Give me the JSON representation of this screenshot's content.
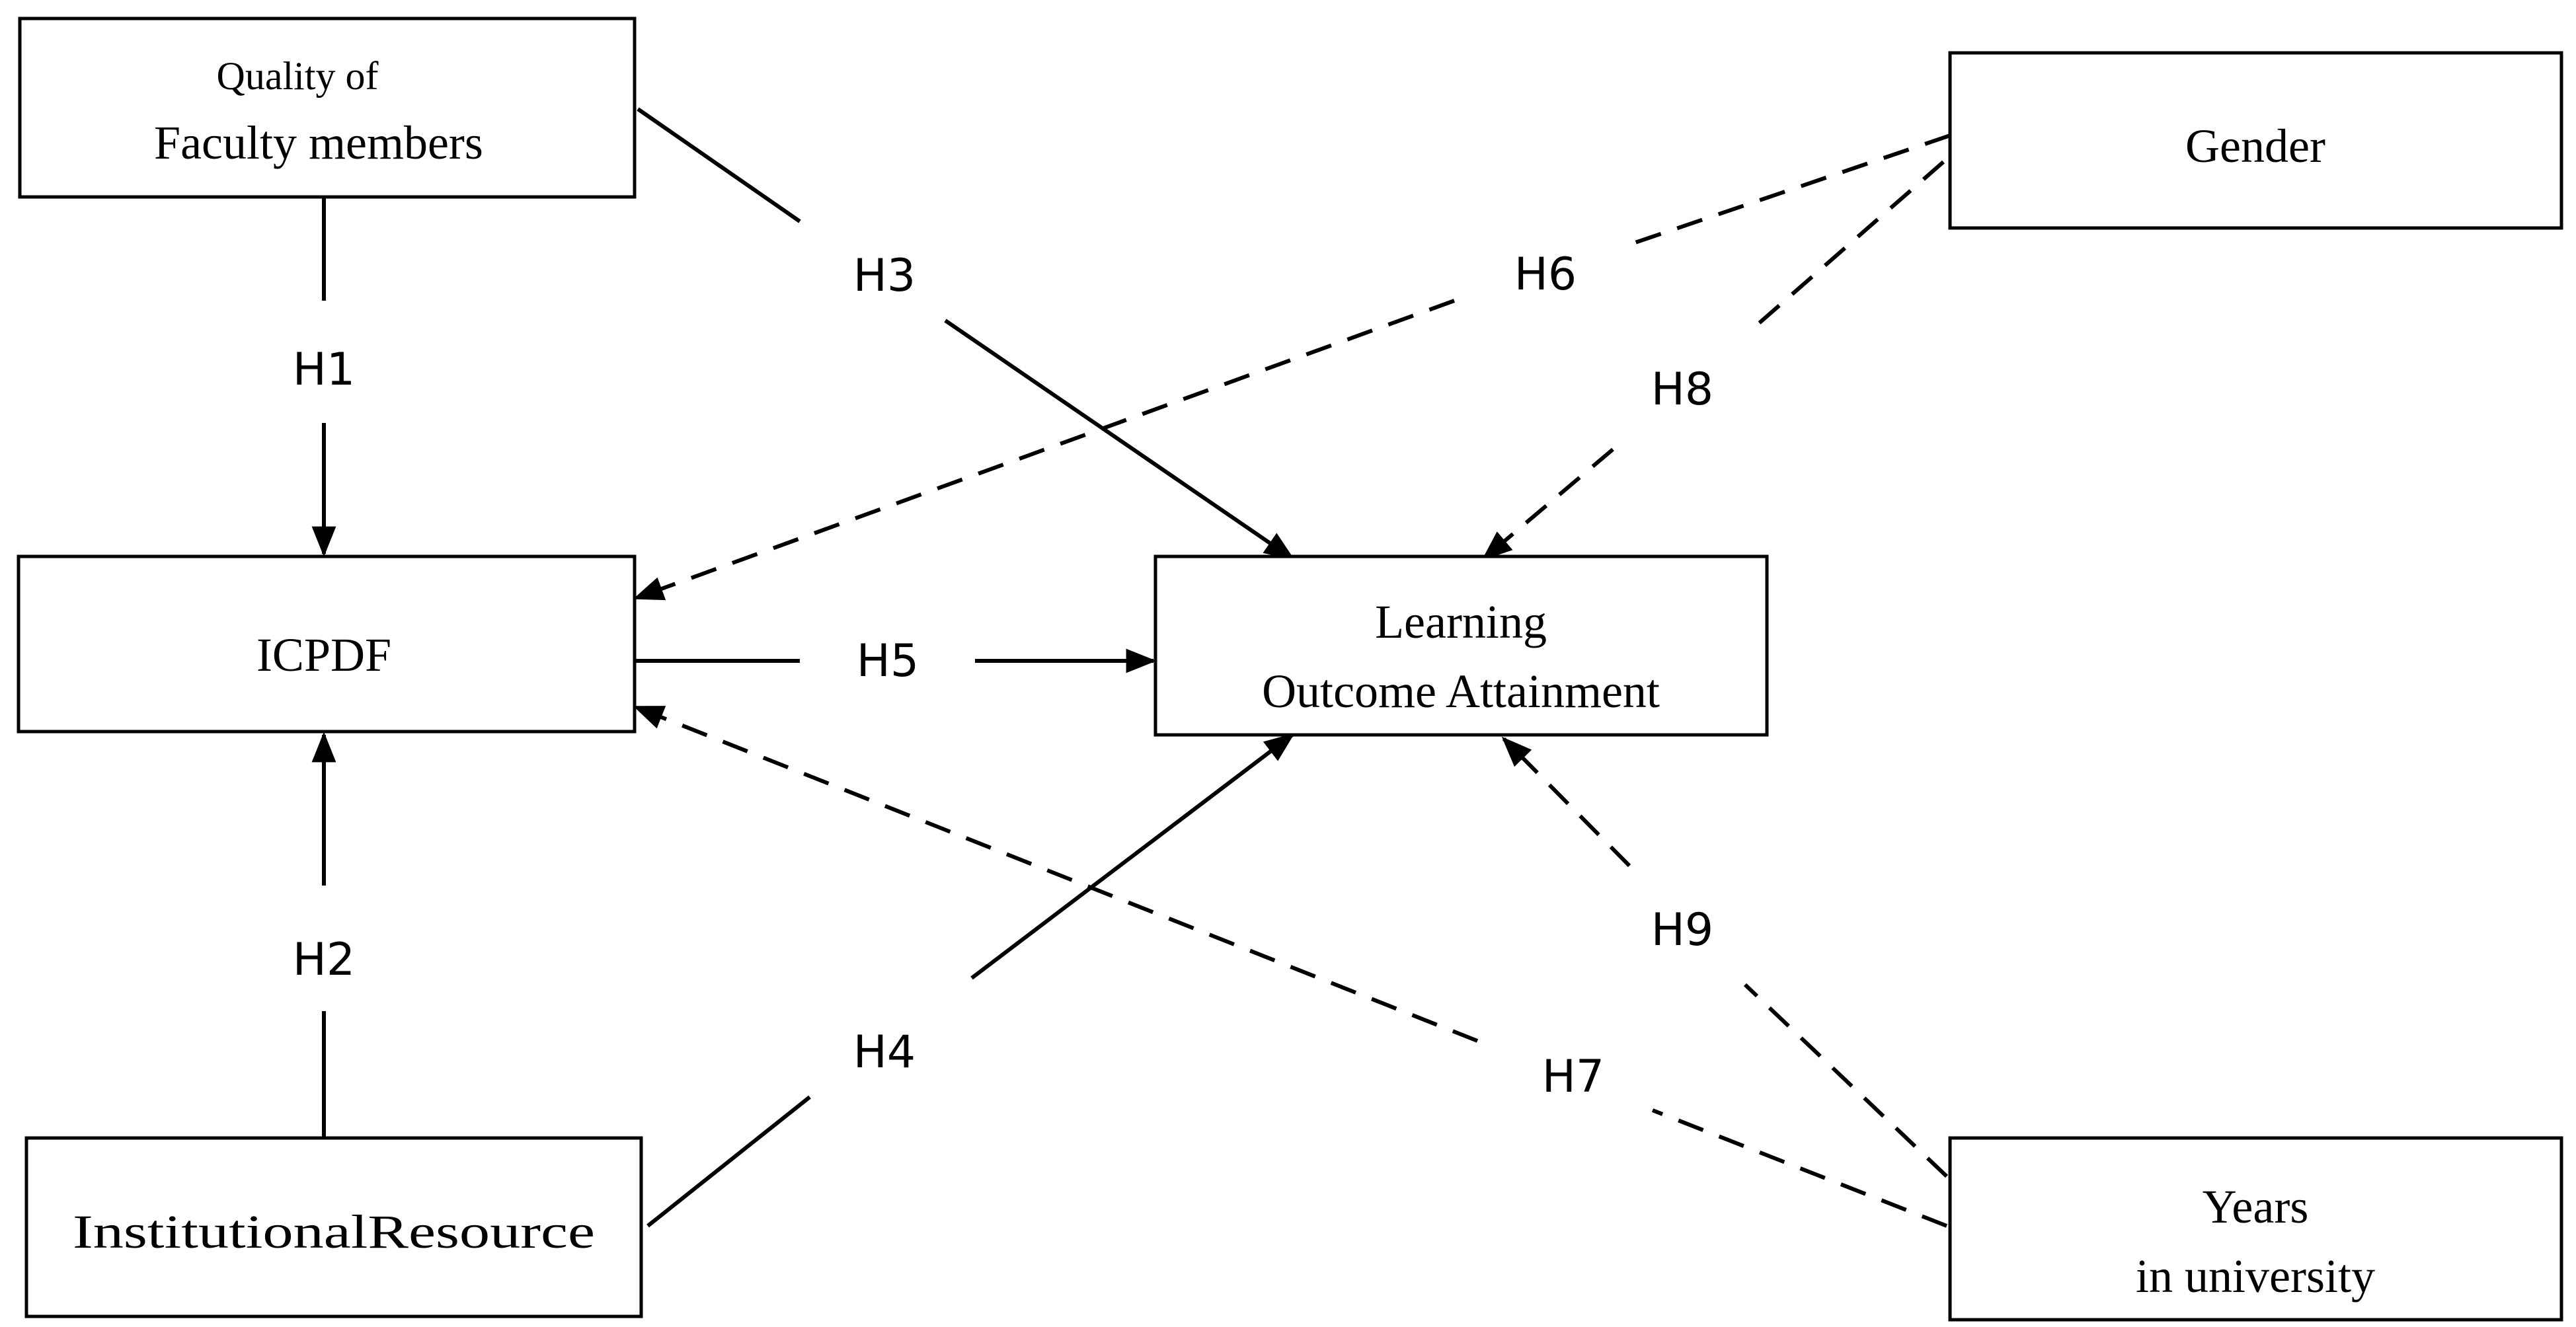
{
  "nodes": {
    "quality": {
      "line1": "Quality of",
      "line2": "Faculty members"
    },
    "icpdf": {
      "label": "ICPDF"
    },
    "institutional": {
      "label": "InstitutionalResource"
    },
    "learning": {
      "line1": "Learning",
      "line2": "Outcome Attainment"
    },
    "gender": {
      "label": "Gender"
    },
    "years": {
      "line1": "Years",
      "line2": "in university"
    }
  },
  "edges": {
    "h1": {
      "label": "H1",
      "style": "solid"
    },
    "h2": {
      "label": "H2",
      "style": "solid"
    },
    "h3": {
      "label": "H3",
      "style": "solid"
    },
    "h4": {
      "label": "H4",
      "style": "solid"
    },
    "h5": {
      "label": "H5",
      "style": "solid"
    },
    "h6": {
      "label": "H6",
      "style": "dashed"
    },
    "h7": {
      "label": "H7",
      "style": "dashed"
    },
    "h8": {
      "label": "H8",
      "style": "dashed"
    },
    "h9": {
      "label": "H9",
      "style": "dashed"
    }
  }
}
